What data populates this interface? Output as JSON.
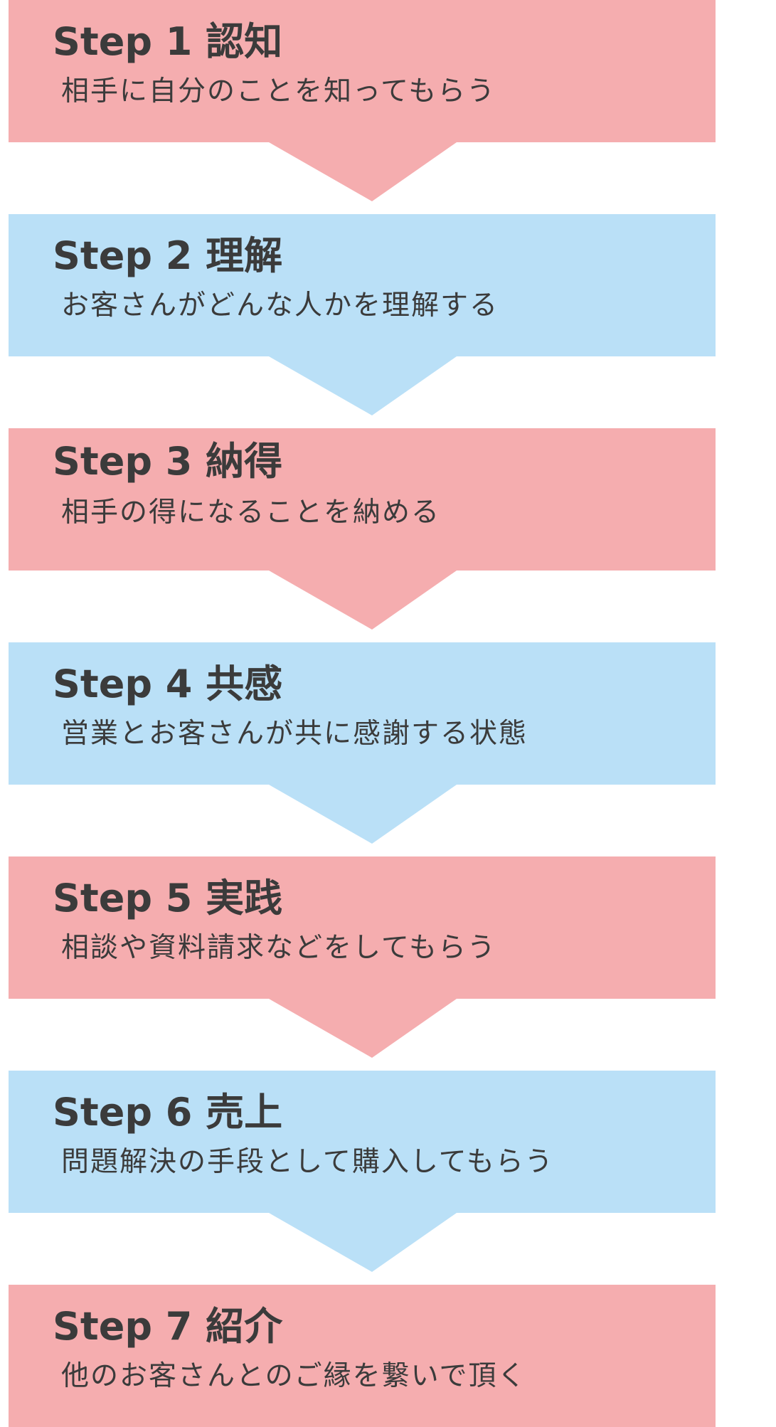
{
  "colors": {
    "pink": "#f5adaf",
    "blue": "#bae0f7",
    "text": "#3b3b3b"
  },
  "steps": [
    {
      "title": "Step 1  認知",
      "desc": "相手に自分のことを知ってもらう",
      "color": "#f5adaf"
    },
    {
      "title": "Step 2  理解",
      "desc": "お客さんがどんな人かを理解する",
      "color": "#bae0f7"
    },
    {
      "title": "Step 3 納得",
      "desc": "相手の得になることを納める",
      "color": "#f5adaf"
    },
    {
      "title": "Step 4  共感",
      "desc": "営業とお客さんが共に感謝する状態",
      "color": "#bae0f7"
    },
    {
      "title": "Step 5  実践",
      "desc": "相談や資料請求などをしてもらう",
      "color": "#f5adaf"
    },
    {
      "title": "Step 6  売上",
      "desc": "問題解決の手段として購入してもらう",
      "color": "#bae0f7"
    },
    {
      "title": "Step 7  紹介",
      "desc": "他のお客さんとのご縁を繋いで頂く",
      "color": "#f5adaf"
    }
  ]
}
